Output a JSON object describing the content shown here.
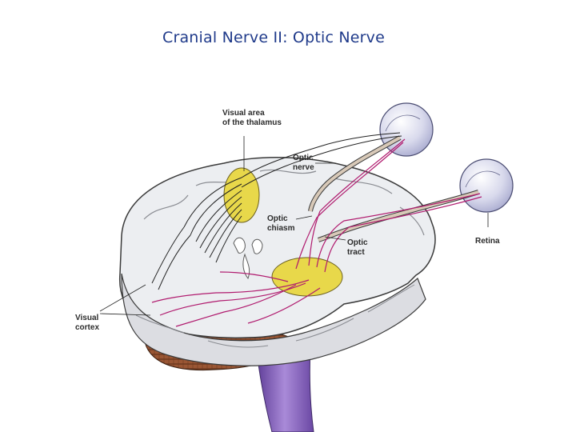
{
  "slide": {
    "title": "Cranial Nerve II:  Optic Nerve"
  },
  "diagram": {
    "labels": {
      "thalamus_line1": "Visual area",
      "thalamus_line2": "of the thalamus",
      "optic_nerve_line1": "Optic",
      "optic_nerve_line2": "nerve",
      "optic_chiasm_line1": "Optic",
      "optic_chiasm_line2": "chiasm",
      "optic_tract_line1": "Optic",
      "optic_tract_line2": "tract",
      "retina": "Retina",
      "visual_cortex_line1": "Visual",
      "visual_cortex_line2": "cortex"
    },
    "colors": {
      "brain": "#e9eaee",
      "brain_outline": "#3a3a3a",
      "thalamus": "#e8d84a",
      "pathway": "#b01a6e",
      "cerebellum": "#8a4a2a",
      "brainstem": "#7d5bb5",
      "eyeball": "#d5d6ea",
      "title": "#1f3a8a"
    }
  }
}
